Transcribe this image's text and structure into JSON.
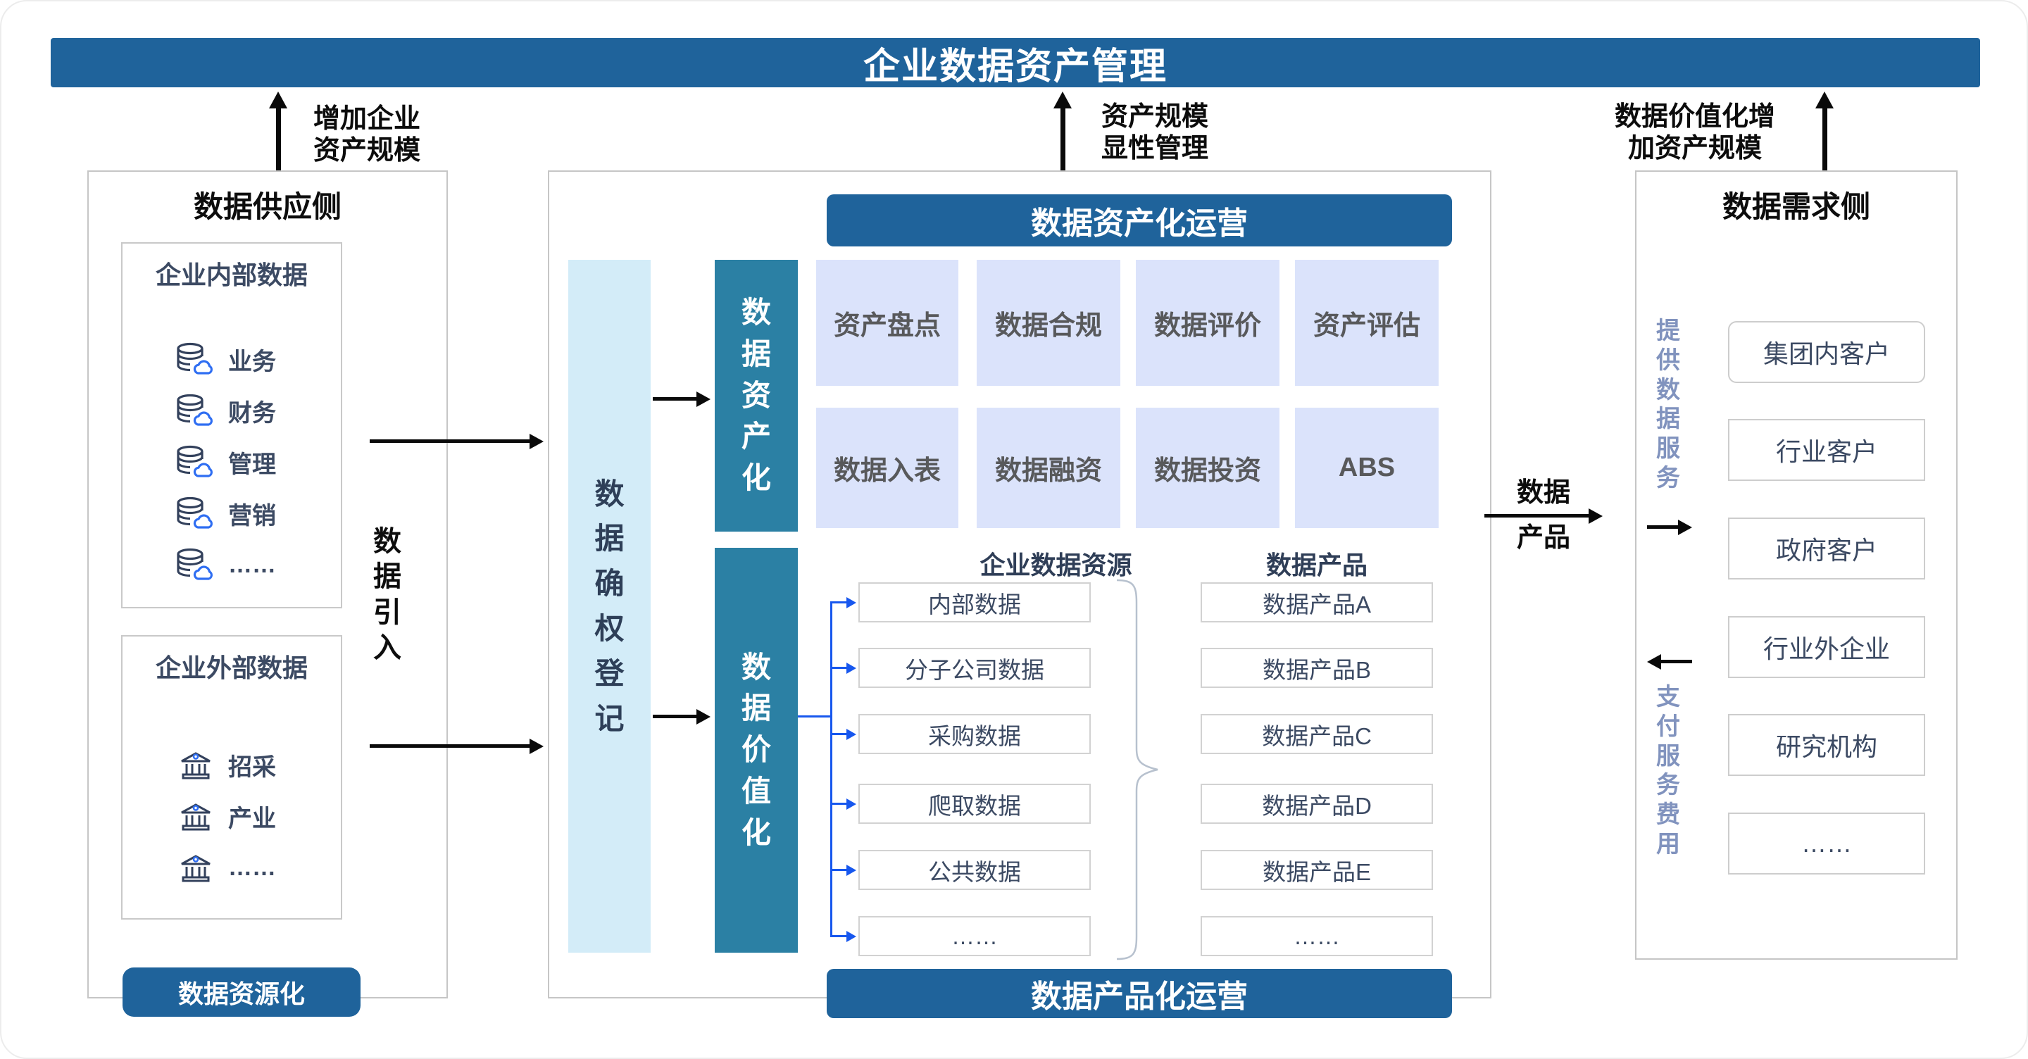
{
  "title": "企业数据资产管理",
  "colors": {
    "banner_blue": "#1F639B",
    "teal_column": "#2B80A4",
    "light_cyan_column": "#D3ECF8",
    "lavender_cell": "#DBE3FB",
    "blue_connector": "#1757EE",
    "muted_blue_text": "#8193BE",
    "icon_blue": "#2F6EF2"
  },
  "icons": {
    "internal_item": "database-cloud-icon",
    "external_item": "bank-icon"
  },
  "annotations": {
    "left_arrow_label": "增加企业\n资产规模",
    "middle_arrow_label": "资产规模\n显性管理",
    "right_arrow_label": "数据价值化增\n加资产规模",
    "ingest_label": "数据引入",
    "product_flow_top": "数据",
    "product_flow_bottom": "产品"
  },
  "supply_panel": {
    "title": "数据供应侧",
    "badge": "数据资源化",
    "internal": {
      "title": "企业内部数据",
      "items": [
        "业务",
        "财务",
        "管理",
        "营销",
        "……"
      ]
    },
    "external": {
      "title": "企业外部数据",
      "items": [
        "招采",
        "产业",
        "……"
      ]
    }
  },
  "middle_panel": {
    "header": "数据资产化运营",
    "footer": "数据产品化运营",
    "rights_column": "数据确权登记",
    "assetization_column": "数据资产化",
    "valorization_column": "数据价值化",
    "grid": [
      [
        "资产盘点",
        "数据合规",
        "数据评价",
        "资产评估"
      ],
      [
        "数据入表",
        "数据融资",
        "数据投资",
        "ABS"
      ]
    ],
    "resources": {
      "label": "企业数据资源",
      "items": [
        "内部数据",
        "分子公司数据",
        "采购数据",
        "爬取数据",
        "公共数据",
        "……"
      ]
    },
    "products": {
      "label": "数据产品",
      "items": [
        "数据产品A",
        "数据产品B",
        "数据产品C",
        "数据产品D",
        "数据产品E",
        "……"
      ]
    }
  },
  "demand_panel": {
    "title": "数据需求侧",
    "provide_label": "提供数据服务",
    "pay_label": "支付服务费用",
    "clients": [
      "集团内客户",
      "行业客户",
      "政府客户",
      "行业外企业",
      "研究机构",
      "……"
    ]
  }
}
